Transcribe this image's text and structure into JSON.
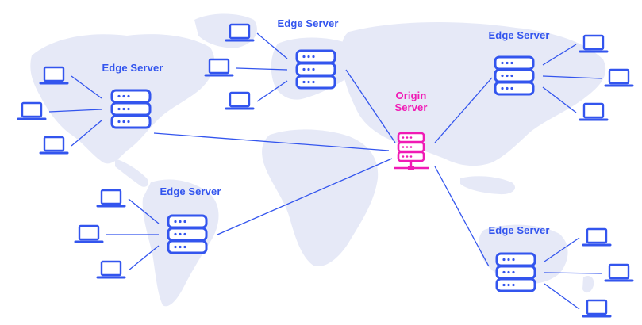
{
  "colors": {
    "edge": "#3355ee",
    "origin": "#f01bb5",
    "map": "#e6e9f7",
    "lines": "#3355ee"
  },
  "icons": {
    "server": "server-rack-icon",
    "client": "laptop-icon"
  },
  "origin": {
    "label_line1": "Origin",
    "label_line2": "Server"
  },
  "edges": [
    {
      "id": "north-america",
      "label": "Edge Server",
      "clients": 3
    },
    {
      "id": "europe",
      "label": "Edge Server",
      "clients": 3
    },
    {
      "id": "asia",
      "label": "Edge Server",
      "clients": 3
    },
    {
      "id": "south-america",
      "label": "Edge Server",
      "clients": 3
    },
    {
      "id": "australia",
      "label": "Edge Server",
      "clients": 3
    }
  ]
}
